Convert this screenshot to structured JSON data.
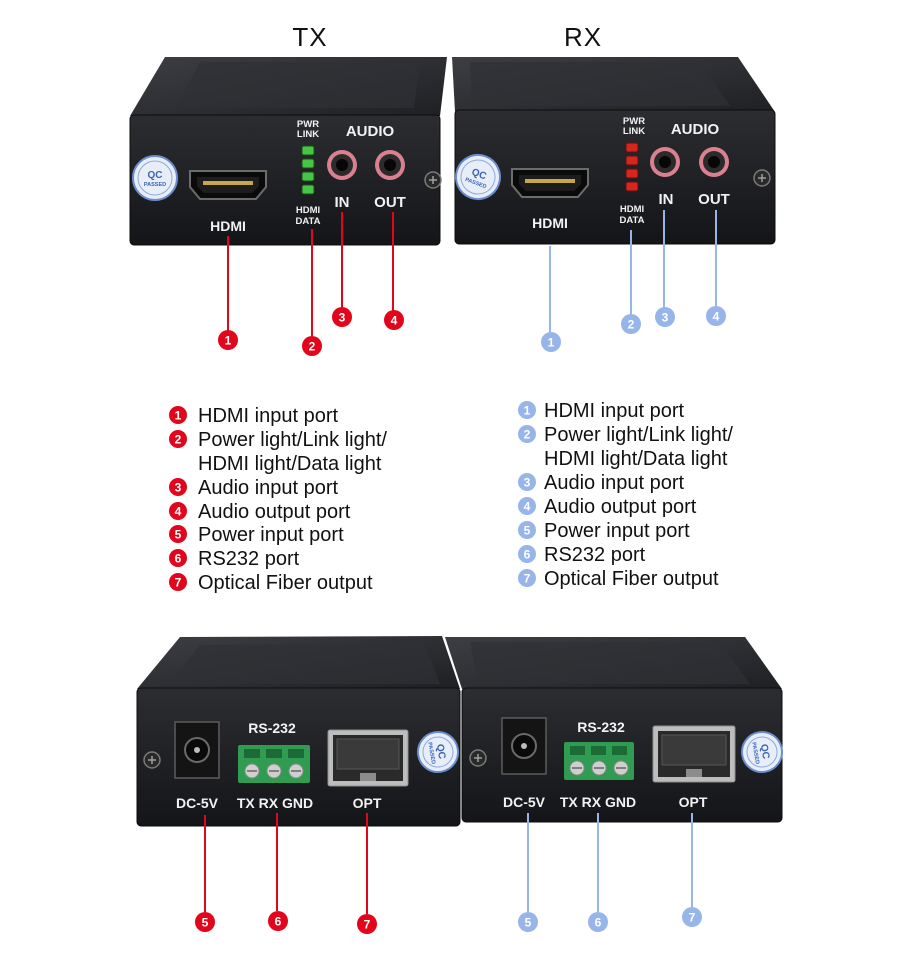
{
  "titles": {
    "tx": "TX",
    "rx": "RX"
  },
  "sticker": {
    "line1": "QC",
    "line2": "PASSED"
  },
  "front_panel": {
    "pwr_link": [
      "PWR",
      "LINK"
    ],
    "audio": "AUDIO",
    "hdmi": "HDMI",
    "hdmi_data": [
      "HDMI",
      "DATA"
    ],
    "in": "IN",
    "out": "OUT"
  },
  "back_panel": {
    "rs232": "RS-232",
    "dc": "DC-5V",
    "terminals": "TX RX GND",
    "opt": "OPT"
  },
  "callouts": [
    "1",
    "2",
    "3",
    "4",
    "5",
    "6",
    "7"
  ],
  "legend": {
    "tx": [
      {
        "num": "1",
        "lines": [
          "HDMI input port"
        ]
      },
      {
        "num": "2",
        "lines": [
          "Power light/Link light/",
          "HDMI light/Data light"
        ]
      },
      {
        "num": "3",
        "lines": [
          "Audio input port"
        ]
      },
      {
        "num": "4",
        "lines": [
          "Audio output port"
        ]
      },
      {
        "num": "5",
        "lines": [
          "Power input port"
        ]
      },
      {
        "num": "6",
        "lines": [
          "RS232 port"
        ]
      },
      {
        "num": "7",
        "lines": [
          "Optical Fiber output"
        ]
      }
    ],
    "rx": [
      {
        "num": "1",
        "lines": [
          "HDMI input port"
        ]
      },
      {
        "num": "2",
        "lines": [
          "Power light/Link light/",
          "HDMI light/Data light"
        ]
      },
      {
        "num": "3",
        "lines": [
          "Audio input port"
        ]
      },
      {
        "num": "4",
        "lines": [
          "Audio output port"
        ]
      },
      {
        "num": "5",
        "lines": [
          "Power input port"
        ]
      },
      {
        "num": "6",
        "lines": [
          "RS232 port"
        ]
      },
      {
        "num": "7",
        "lines": [
          "Optical Fiber output"
        ]
      }
    ]
  },
  "colors": {
    "tx_accent": "#e1061c",
    "rx_accent": "#98b5ea",
    "led_tx": "#47c545",
    "led_rx": "#d8261f",
    "terminal_green": "#2f9c52"
  }
}
